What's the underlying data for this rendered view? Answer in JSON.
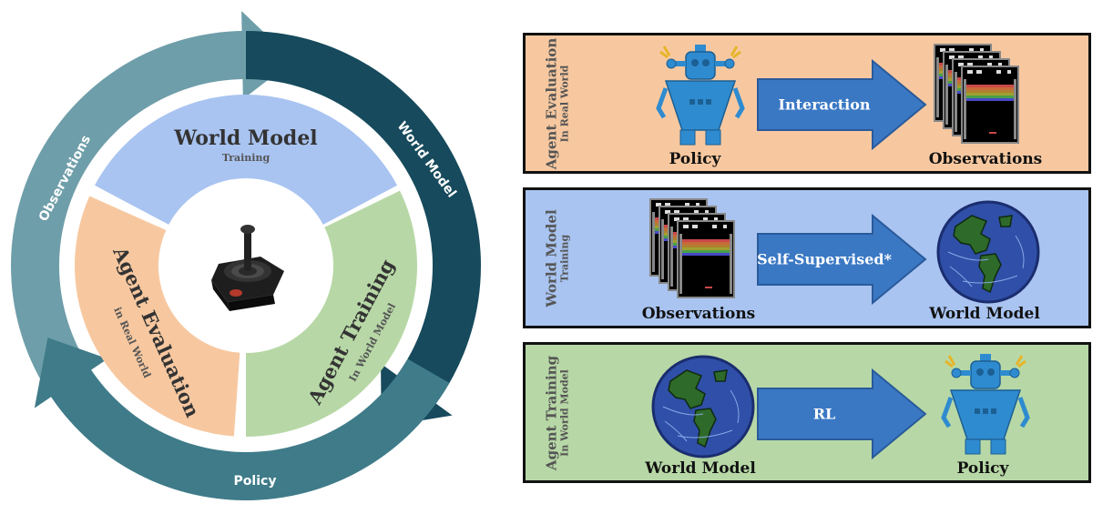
{
  "cycle": {
    "top_label": "World Model",
    "top_sub": "Training",
    "left_label": "Agent Evaluation",
    "left_sub": "in Real World",
    "right_label": "Agent Training",
    "right_sub": "In World Model",
    "arrow_observations": "Observations",
    "arrow_world_model": "World Model",
    "arrow_policy": "Policy"
  },
  "panels": {
    "agent_evaluation": {
      "title": "Agent Evaluation",
      "subtitle": "In Real World",
      "left_caption": "Policy",
      "arrow_label": "Interaction",
      "right_caption": "Observations"
    },
    "world_model_training": {
      "title": "World Model",
      "subtitle": "Training",
      "left_caption": "Observations",
      "arrow_label": "Self-Supervised*",
      "right_caption": "World Model"
    },
    "agent_training": {
      "title": "Agent Training",
      "subtitle": "In World Model",
      "left_caption": "World Model",
      "arrow_label": "RL",
      "right_caption": "Policy"
    }
  },
  "colors": {
    "eval_bg": "#f7c8a0",
    "wm_bg": "#a9c4f1",
    "train_bg": "#b7d8a6",
    "arrow_blue": "#3a78c4",
    "robot_blue": "#2f8bd0",
    "ring_light": "#6a9aa6",
    "ring_dark": "#164a5c",
    "ring_mid": "#3e7a88"
  }
}
